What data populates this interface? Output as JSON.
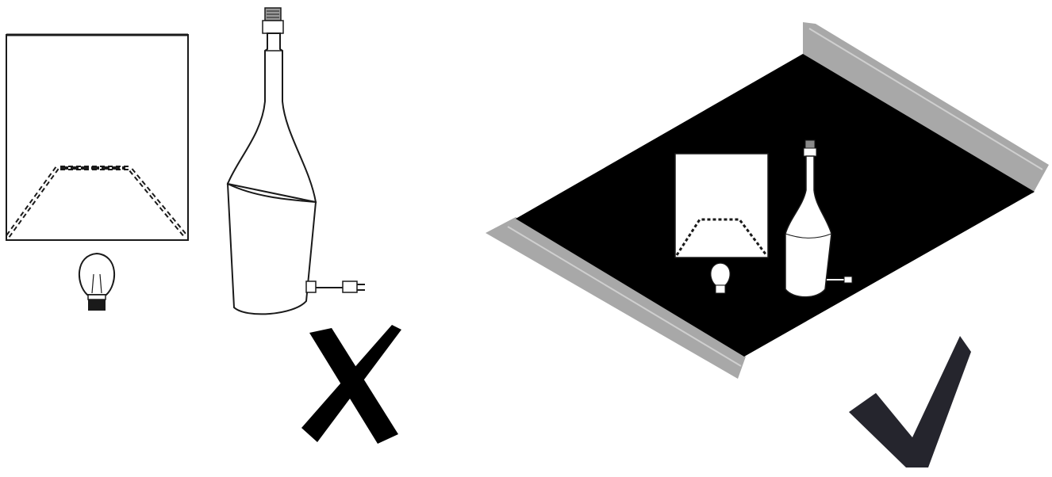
{
  "diagram": {
    "panels": [
      {
        "id": "wrong",
        "surface": "none",
        "items": [
          "lamp-shade",
          "light-bulb",
          "lamp-base-with-cord"
        ],
        "verdict": "incorrect",
        "verdict_icon": "cross-icon"
      },
      {
        "id": "right",
        "surface": "protective-mat",
        "items": [
          "lamp-shade",
          "light-bulb",
          "lamp-base-with-cord"
        ],
        "verdict": "correct",
        "verdict_icon": "checkmark-icon"
      }
    ],
    "colors": {
      "line": "#1a1a1a",
      "mat": "#000000",
      "mat_edge": "#a8a8a8",
      "cross": "#000000",
      "check": "#25252d",
      "background": "#ffffff"
    }
  }
}
